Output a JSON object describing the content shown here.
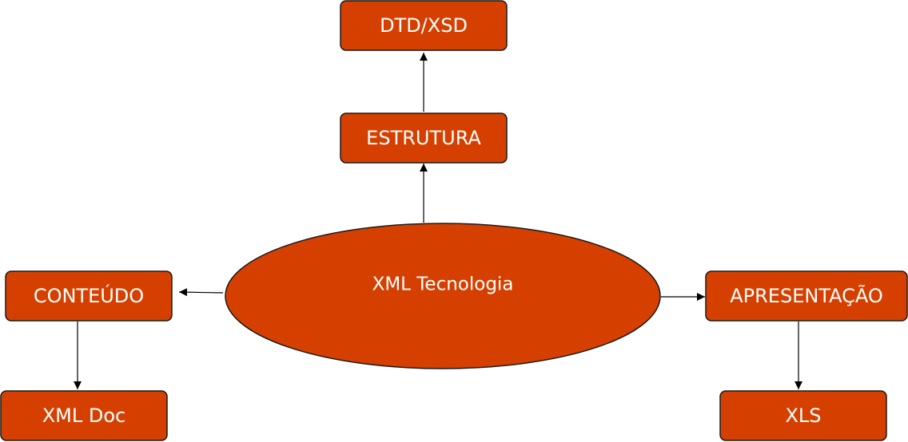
{
  "colors": {
    "node_fill": "#D54000",
    "node_stroke": "#1a1a1a",
    "text": "#ffffff",
    "arrow": "#000000"
  },
  "center": {
    "label": "XML Tecnologia"
  },
  "nodes": {
    "dtd_xsd": "DTD/XSD",
    "estrutura": "ESTRUTURA",
    "conteudo": "CONTEÚDO",
    "apresentacao": "APRESENTAÇÃO",
    "xml_doc": "XML Doc",
    "xls": "XLS"
  }
}
